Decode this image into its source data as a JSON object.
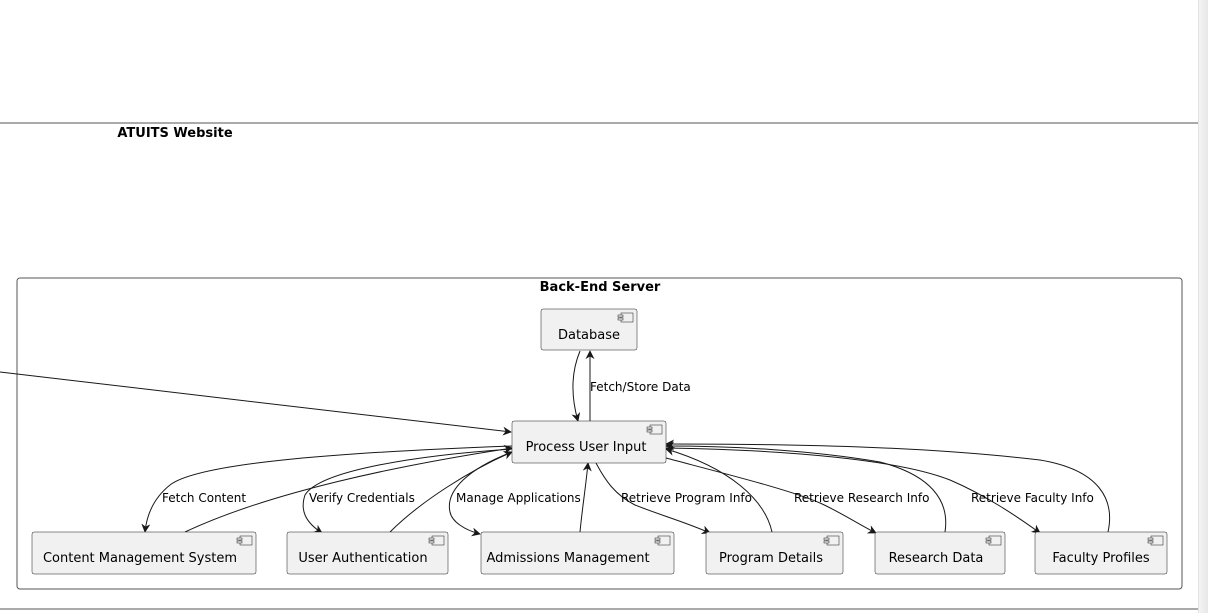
{
  "diagram": {
    "outer_package": {
      "title": "ATUITS Website"
    },
    "inner_package": {
      "title": "Back-End Server"
    },
    "components": {
      "database": "Database",
      "process_user_input": "Process User Input",
      "content_management_system": "Content Management System",
      "user_authentication": "User Authentication",
      "admissions_management": "Admissions Management",
      "program_details": "Program Details",
      "research_data": "Research Data",
      "faculty_profiles": "Faculty Profiles"
    },
    "edge_labels": {
      "fetch_store_data": "Fetch/Store Data",
      "fetch_content": "Fetch Content",
      "verify_credentials": "Verify Credentials",
      "manage_applications": "Manage Applications",
      "retrieve_program_info": "Retrieve Program Info",
      "retrieve_research_info": "Retrieve Research Info",
      "retrieve_faculty_info": "Retrieve Faculty Info"
    },
    "colors": {
      "component_fill": "#f1f1f1",
      "line": "#181818",
      "frame": "#555555"
    }
  }
}
